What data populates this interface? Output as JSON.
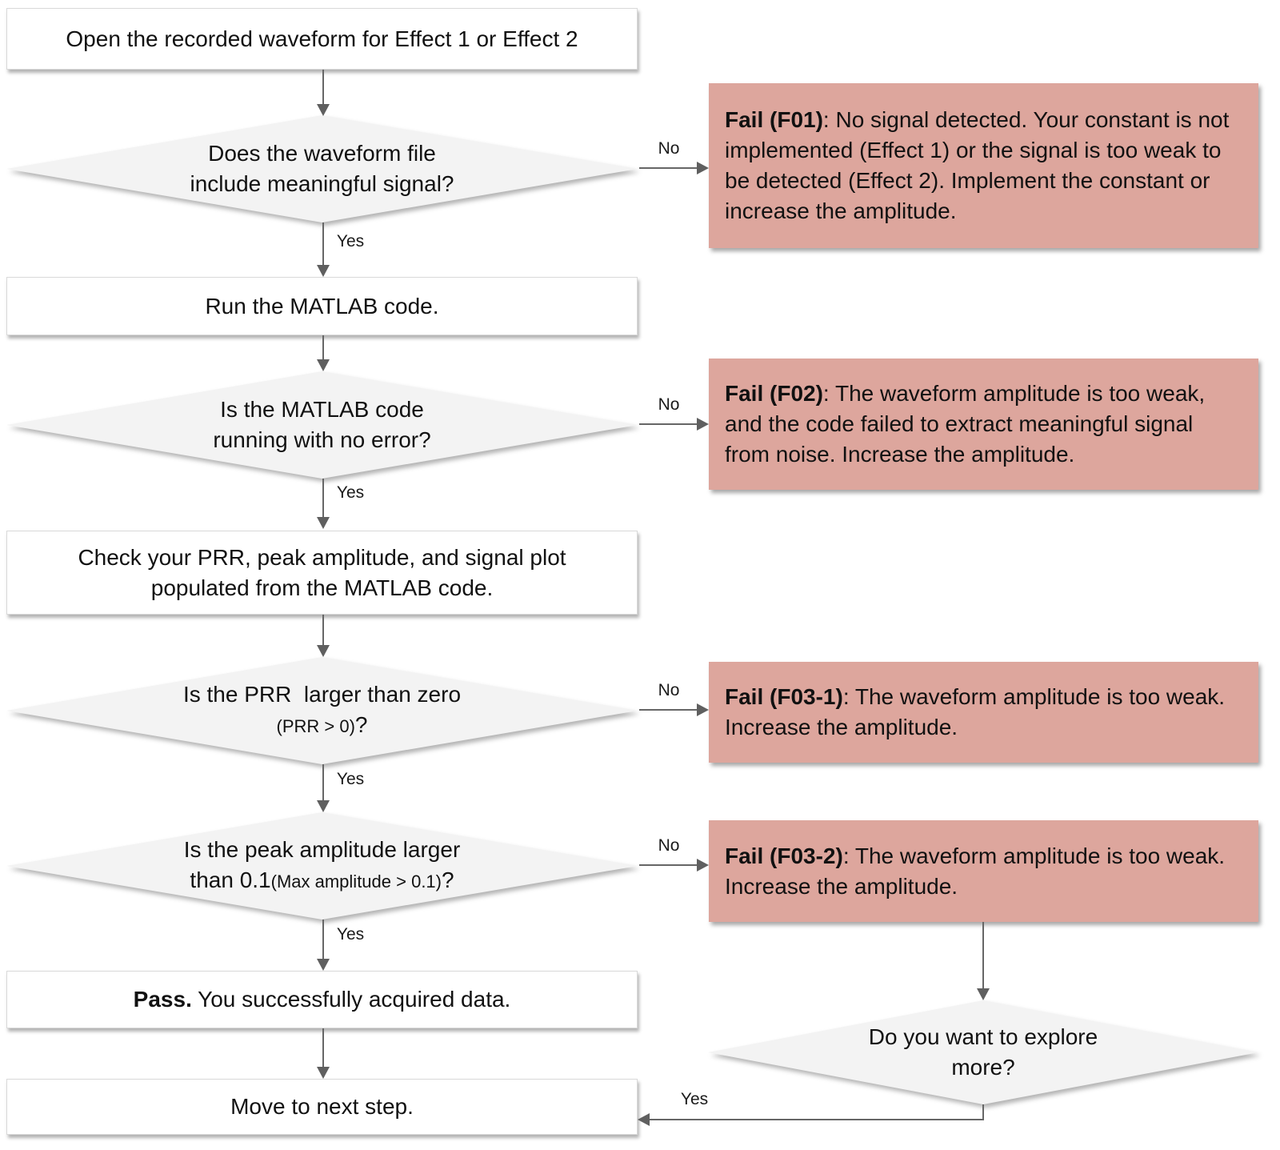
{
  "labels": {
    "yes": "Yes",
    "no": "No"
  },
  "colors": {
    "fail_box_bg": "#dda69d",
    "decision_bg": "#f3f3f3",
    "process_bg": "#ffffff",
    "process_border": "#d9d9d9",
    "connector": "#666666"
  },
  "nodes": {
    "open": {
      "text": "Open the recorded waveform for Effect 1 or Effect 2"
    },
    "signal_q": {
      "lines": [
        "Does the waveform file",
        "include meaningful signal?"
      ]
    },
    "run": {
      "text": "Run the MATLAB code."
    },
    "error_q": {
      "lines": [
        "Is the MATLAB code",
        "running with no error?"
      ]
    },
    "check": {
      "lines": [
        "Check your PRR, peak amplitude, and signal plot",
        "populated from the MATLAB code."
      ]
    },
    "prr_q": {
      "line1": "Is the PRR  larger than zero",
      "paren": "(PRR > 0)",
      "qmark": "?"
    },
    "amp_q": {
      "line1": "Is the peak amplitude larger",
      "line2_prefix": "than 0.1",
      "paren": "(Max amplitude > 0.1)",
      "qmark": "?"
    },
    "pass": {
      "label": "Pass.",
      "body": " You successfully acquired data."
    },
    "move": {
      "text": "Move to next step."
    },
    "explore_q": {
      "lines": [
        "Do you want to explore",
        "more?"
      ]
    },
    "fails": {
      "f01": {
        "label": "Fail (F01)",
        "body": ": No signal detected. Your constant is not implemented (Effect 1) or the signal is too weak to be detected (Effect 2). Implement the constant or increase the amplitude."
      },
      "f02": {
        "label": "Fail (F02)",
        "body": ": The waveform amplitude is too weak, and the code failed to extract meaningful signal from noise. Increase the amplitude."
      },
      "f03_1": {
        "label": "Fail (F03-1)",
        "body": ": The waveform amplitude is too weak. Increase the amplitude."
      },
      "f03_2": {
        "label": "Fail (F03-2)",
        "body": ": The waveform amplitude is too weak. Increase the amplitude."
      }
    }
  }
}
